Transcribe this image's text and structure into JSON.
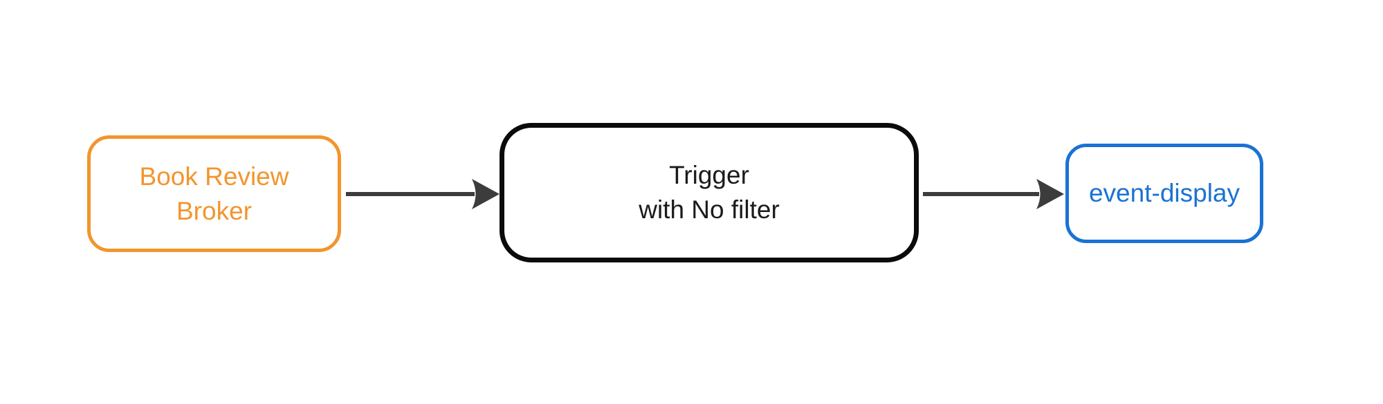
{
  "diagram": {
    "background_color": "#ffffff",
    "nodes": [
      {
        "id": "book-review-broker",
        "label": "Book Review\nBroker",
        "shape": "rounded-rectangle",
        "border_color": "#f2952d",
        "text_color": "#f2952d"
      },
      {
        "id": "trigger",
        "label": "Trigger\nwith No filter",
        "shape": "rounded-rectangle",
        "border_color": "#0b0b0b",
        "text_color": "#1b1b1b"
      },
      {
        "id": "event-display",
        "label": "event-display",
        "shape": "rounded-rectangle",
        "border_color": "#1a72d4",
        "text_color": "#1a72d4"
      }
    ],
    "edges": [
      {
        "from": "book-review-broker",
        "to": "trigger",
        "style": "solid-arrow"
      },
      {
        "from": "trigger",
        "to": "event-display",
        "style": "solid-arrow"
      }
    ],
    "colors": {
      "arrow": "#3c3c3c"
    }
  }
}
